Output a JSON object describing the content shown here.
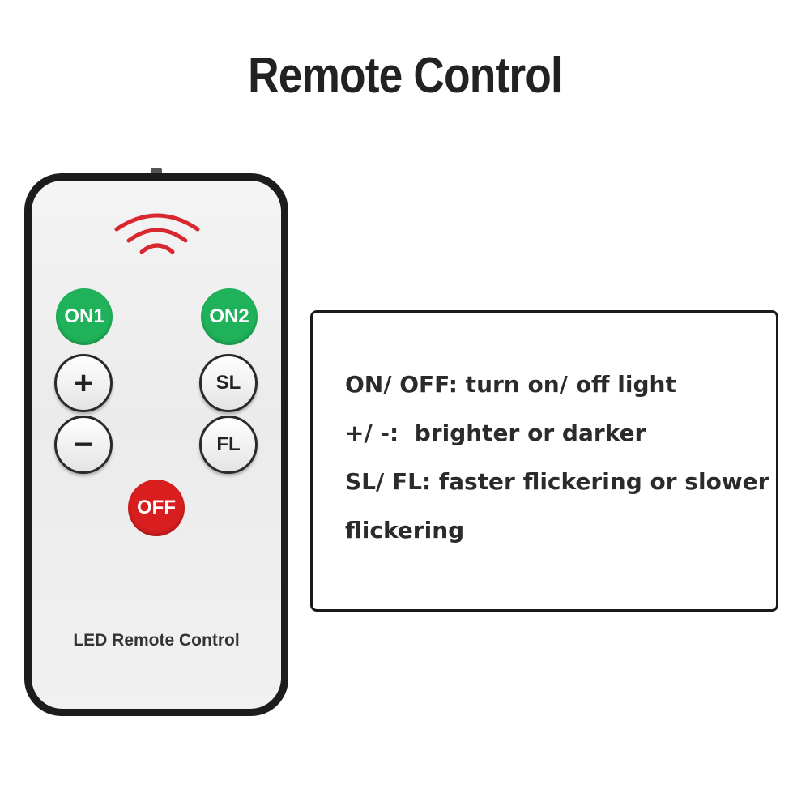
{
  "title": "Remote Control",
  "remote": {
    "buttons": {
      "on1": "ON1",
      "on2": "ON2",
      "plus": "+",
      "minus": "−",
      "sl": "SL",
      "fl": "FL",
      "off": "OFF"
    },
    "brand_label": "LED Remote Control",
    "icons": {
      "signal": "ir-signal-icon"
    }
  },
  "info": {
    "lines": [
      "ON/ OFF: turn on/ off light",
      "+/ -:  brighter or darker",
      "SL/ FL: faster flickering or slower",
      "flickering"
    ]
  },
  "colors": {
    "on_buttons": "#1fb25a",
    "off_button": "#d81e1e",
    "signal": "#d8272e",
    "remote_body": "#1c1c1c"
  }
}
